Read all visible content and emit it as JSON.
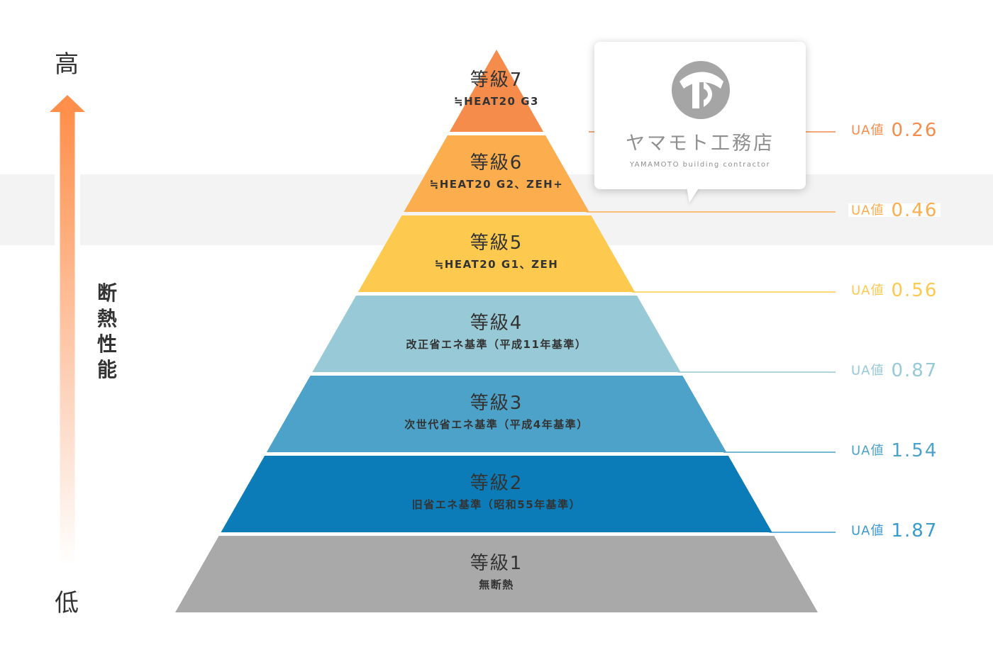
{
  "axis": {
    "high_label": "高",
    "low_label": "低",
    "title_chars": [
      "断",
      "熱",
      "性",
      "能"
    ],
    "arrow_color": "#ff8f4a"
  },
  "tiers": [
    {
      "name": "等級7",
      "desc": "≒HEAT20 G3",
      "color": "#f58c4c",
      "ua_prefix": "UA値",
      "ua_value": "0.26",
      "ua_color": "#f58c4c"
    },
    {
      "name": "等級6",
      "desc": "≒HEAT20 G2、ZEH+",
      "color": "#fcae4f",
      "ua_prefix": "UA値",
      "ua_value": "0.46",
      "ua_color": "#fcae4f"
    },
    {
      "name": "等級5",
      "desc": "≒HEAT20 G1、ZEH",
      "color": "#fdc94f",
      "ua_prefix": "UA値",
      "ua_value": "0.56",
      "ua_color": "#fdc94f"
    },
    {
      "name": "等級4",
      "desc": "改正省エネ基準（平成11年基準）",
      "color": "#97c9d6",
      "ua_prefix": "UA値",
      "ua_value": "0.87",
      "ua_color": "#97c9d6"
    },
    {
      "name": "等級3",
      "desc": "次世代省エネ基準（平成4年基準）",
      "color": "#4ca2c8",
      "ua_prefix": "UA値",
      "ua_value": "1.54",
      "ua_color": "#4ca2c8"
    },
    {
      "name": "等級2",
      "desc": "旧省エネ基準（昭和55年基準）",
      "color": "#0c7cb8",
      "ua_prefix": "UA値",
      "ua_value": "1.87",
      "ua_color": "#3b9bcf"
    },
    {
      "name": "等級1",
      "desc": "無断熱",
      "color": "#a9a9a9",
      "ua_prefix": "",
      "ua_value": "",
      "ua_color": ""
    }
  ],
  "logo": {
    "name": "ヤマモト工務店",
    "sub": "YAMAMOTO building contractor",
    "mark_color": "#a5a5a5"
  }
}
